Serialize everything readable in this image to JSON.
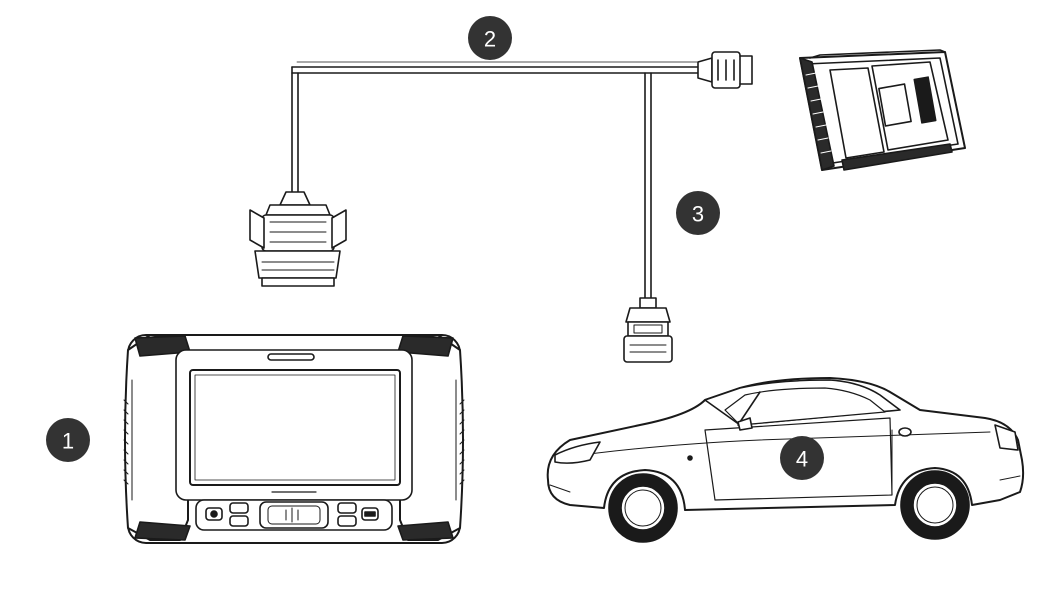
{
  "callouts": [
    {
      "id": "1",
      "label": "1"
    },
    {
      "id": "2",
      "label": "2"
    },
    {
      "id": "3",
      "label": "3"
    },
    {
      "id": "4",
      "label": "4"
    }
  ],
  "colors": {
    "line": "#1a1a1a",
    "badge_fill": "#333333",
    "badge_text": "#ffffff",
    "background": "#ffffff"
  }
}
